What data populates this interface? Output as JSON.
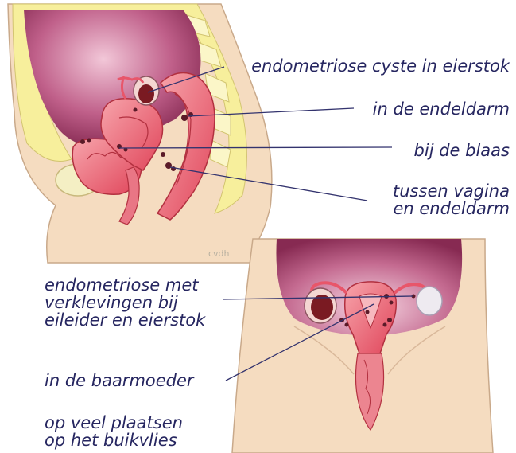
{
  "labels": {
    "cyst_ovary": "endometriose cyste in eierstok",
    "rectum": "in de endeldarm",
    "bladder": "bij de blaas",
    "vagina_rectum_line1": "tussen vagina",
    "vagina_rectum_line2": "en endeldarm",
    "adhesions_line1": "endometriose met",
    "adhesions_line2": "verklevingen bij",
    "adhesions_line3": "eileider en eierstok",
    "uterus": "in de baarmoeder",
    "peritoneum_line1": "op veel plaatsen",
    "peritoneum_line2": "op het buikvlies"
  },
  "credit": "cvdh",
  "colors": {
    "label_text": "#262660",
    "leader_line": "#33336e",
    "skin": "#f5dcc0",
    "spine_yellow": "#f7ef9c",
    "cavity": "#8c2850",
    "organ_red": "#e8566a",
    "endometriosis_spot": "#5a1a28"
  }
}
